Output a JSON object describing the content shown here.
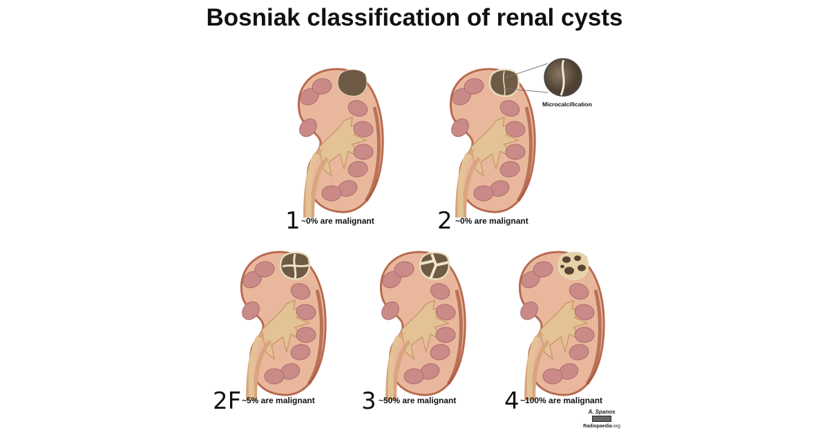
{
  "title": "Bosniak classification of renal cysts",
  "categories": [
    {
      "id": "1",
      "label": "~0% are malignant",
      "cyst": "simple"
    },
    {
      "id": "2",
      "label": "~0% are malignant",
      "cyst": "septum"
    },
    {
      "id": "2F",
      "label": "~5% are malignant",
      "cyst": "thick-septa"
    },
    {
      "id": "3",
      "label": "~50% are malignant",
      "cyst": "multiloculated"
    },
    {
      "id": "4",
      "label": "~100% are malignant",
      "cyst": "enhancing-nodules"
    }
  ],
  "callout": {
    "label": "Microcalcification"
  },
  "credit": {
    "signature": "A. Spanos",
    "site": "Radiopaedia",
    "site_suffix": ".org"
  },
  "colors": {
    "kidney": "#e9b79c",
    "cortex_edge": "#b86a4f",
    "pyramid": "#c98a88",
    "sinus": "#e3c396",
    "cyst": "#6e5a45"
  }
}
